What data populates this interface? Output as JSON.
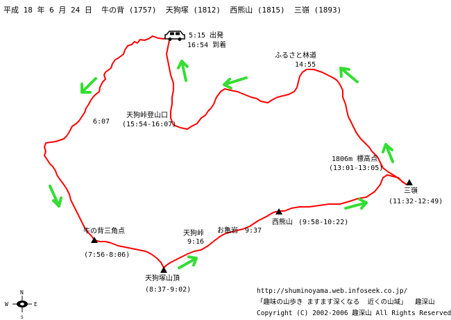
{
  "title": "平成 18 年 6 月 24 日  牛の背 (1757)  天狗塚 (1812)  西熊山 (1815)  三嶺 (1893)",
  "colors": {
    "route": "#ff0000",
    "arrow": "#33dd33",
    "text": "#000000"
  },
  "labels": {
    "start_time": "5:15 出発",
    "end_time": "16:54 到着",
    "furusato_name": "ふるさと林道",
    "furusato_time": "14:55",
    "tengu_trailhead_name": "天狗峠登山口",
    "tengu_trailhead_time": "(15:54-16:07)",
    "time_607": "6:07",
    "hp1806_name": "1806m 標高点",
    "hp1806_time": "(13:01-13:05)",
    "sanrei_name": "三嶺",
    "sanrei_time": "(11:32-12:49)",
    "ushinose_name": "牛の背三角点",
    "ushinose_time": "(7:56-8:06)",
    "tengu_pass_name": "天狗峠",
    "tengu_pass_time": "9:16",
    "okameiwa_name": "お亀岩",
    "okameiwa_time": "9:37",
    "nishikuma_name": "西熊山",
    "nishikuma_time": "(9:58-10:22)",
    "tenguzuka_name": "天狗塚山頂",
    "tenguzuka_time": "(8:37-9:02)"
  },
  "compass": {
    "n": "N",
    "s": "S",
    "e": "E",
    "w": "W",
    "icon": "compass-rose-icon"
  },
  "car_icon": "car-icon",
  "summit_icon": "triangle-summit-icon",
  "footer": {
    "url": "http://shuminoyama.web.infoseek.co.jp/",
    "site_name": "「趣味の山歩き ますます深くなる  近くの山域」  趣深山",
    "copyright": "Copyright (C) 2002-2006 趣深山 All Rights Reserved"
  }
}
